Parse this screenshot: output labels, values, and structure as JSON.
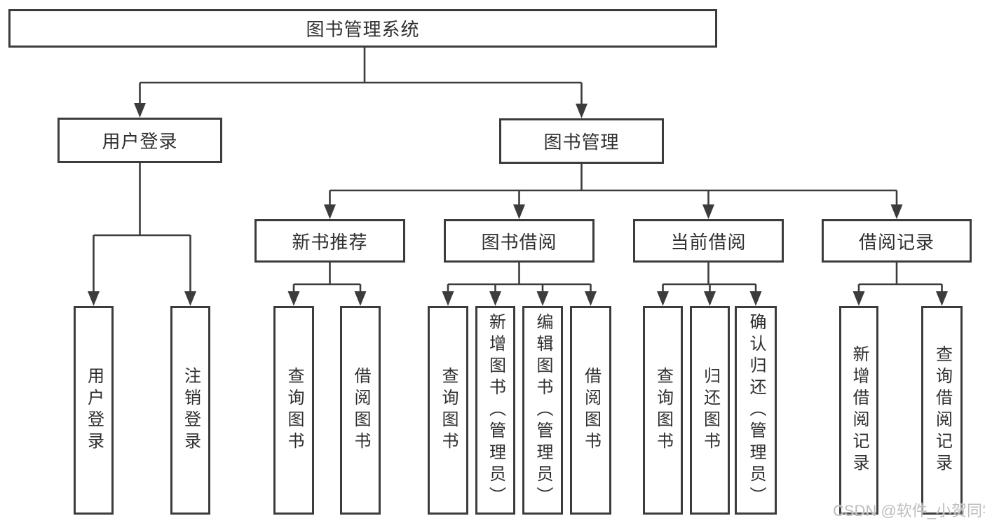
{
  "diagram": {
    "root": {
      "label": "图书管理系统"
    },
    "branches": [
      {
        "label": "用户登录",
        "children": [
          {
            "label": "用户登录"
          },
          {
            "label": "注销登录"
          }
        ]
      },
      {
        "label": "图书管理",
        "children": [
          {
            "label": "新书推荐",
            "children": [
              {
                "label": "查询图书"
              },
              {
                "label": "借阅图书"
              }
            ]
          },
          {
            "label": "图书借阅",
            "children": [
              {
                "label": "查询图书"
              },
              {
                "label": "新增图书（管理员）"
              },
              {
                "label": "编辑图书（管理员）"
              },
              {
                "label": "借阅图书"
              }
            ]
          },
          {
            "label": "当前借阅",
            "children": [
              {
                "label": "查询图书"
              },
              {
                "label": "归还图书"
              },
              {
                "label": "确认归还（管理员）"
              }
            ]
          },
          {
            "label": "借阅记录",
            "children": [
              {
                "label": "新增借阅记录"
              },
              {
                "label": "查询借阅记录"
              }
            ]
          }
        ]
      }
    ]
  },
  "watermark": {
    "text": "CSDN @软件_小贺同学"
  },
  "colors": {
    "line": "#3c3c3c",
    "text": "#2f2f2f",
    "background": "#ffffff",
    "watermark": "#bdbdbd"
  }
}
